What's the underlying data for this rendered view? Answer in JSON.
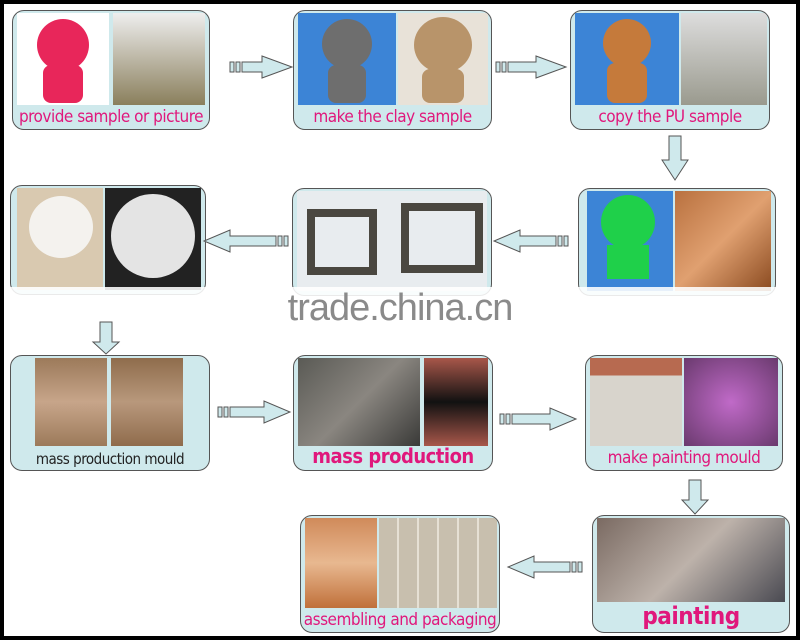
{
  "steps": [
    {
      "label": "provide sample or picture",
      "photos": [
        "#e8265a",
        "#8a7f5c"
      ]
    },
    {
      "label": "make the clay sample",
      "photos": [
        "#3c84d6",
        "#b8946a"
      ]
    },
    {
      "label": "copy the PU sample",
      "photos": [
        "#c57a3b",
        "#9a9a8e"
      ]
    },
    {
      "label": "",
      "photos": [
        "#f0eeea",
        "#dcdcdc"
      ]
    },
    {
      "label": "",
      "photos": [
        "#6a6a5e"
      ]
    },
    {
      "label": "",
      "photos": [
        "#1fd04a",
        "#b9713f"
      ]
    },
    {
      "label": "mass production mould",
      "photos": [
        "#9c7a5a",
        "#8f6c4c"
      ]
    },
    {
      "label": "mass production",
      "photos": [
        "#6e6a62",
        "#a8574a"
      ]
    },
    {
      "label": "make painting mould",
      "photos": [
        "#b7a99a",
        "#9a4f9e"
      ]
    },
    {
      "label": "painting",
      "photos": [
        "#7a6a62"
      ]
    },
    {
      "label": "assembling and packaging",
      "photos": [
        "#d08a5a",
        "#c8bfae"
      ]
    }
  ],
  "watermark": "trade.china.cn",
  "colors": {
    "box_bg": "#cfe9ec",
    "label": "#e0187c",
    "arrow": "#cfe9ec"
  }
}
